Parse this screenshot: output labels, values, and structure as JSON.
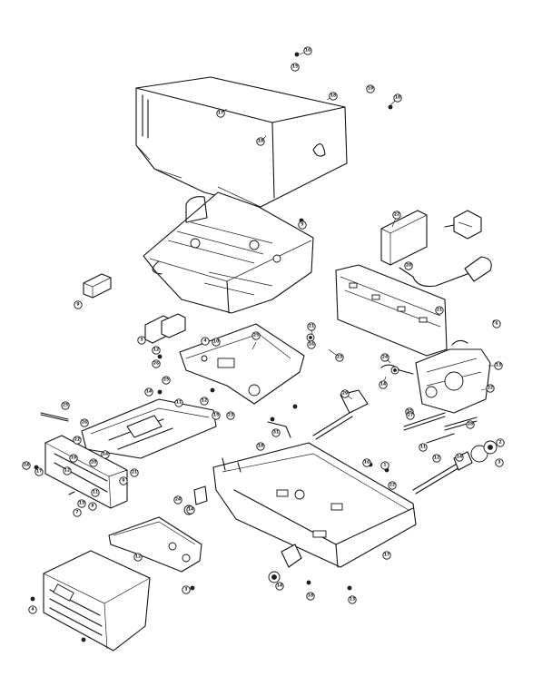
{
  "callouts": [
    {
      "label": "16"
    },
    {
      "label": "15"
    },
    {
      "label": "18"
    },
    {
      "label": "19"
    },
    {
      "label": "18"
    },
    {
      "label": "17"
    },
    {
      "label": "18"
    },
    {
      "label": "5"
    },
    {
      "label": "22"
    },
    {
      "label": "20"
    },
    {
      "label": "21"
    },
    {
      "label": "9"
    },
    {
      "label": "3"
    },
    {
      "label": "12"
    },
    {
      "label": "26"
    },
    {
      "label": "4"
    },
    {
      "label": "10"
    },
    {
      "label": "25"
    },
    {
      "label": "6"
    },
    {
      "label": "21"
    },
    {
      "label": "23"
    },
    {
      "label": "24"
    },
    {
      "label": "13"
    },
    {
      "label": "22"
    },
    {
      "label": "14"
    },
    {
      "label": "14"
    },
    {
      "label": "11"
    },
    {
      "label": "12"
    },
    {
      "label": "15"
    },
    {
      "label": "23"
    },
    {
      "label": "25"
    },
    {
      "label": "26"
    },
    {
      "label": "22"
    },
    {
      "label": "19"
    },
    {
      "label": "12"
    },
    {
      "label": "24"
    },
    {
      "label": "17"
    },
    {
      "label": "20"
    },
    {
      "label": "14"
    },
    {
      "label": "21"
    },
    {
      "label": "9"
    },
    {
      "label": "11"
    },
    {
      "label": "13"
    },
    {
      "label": "8"
    },
    {
      "label": "7"
    },
    {
      "label": "25"
    },
    {
      "label": "24"
    },
    {
      "label": "14"
    },
    {
      "label": "29"
    },
    {
      "label": "18"
    },
    {
      "label": "31"
    },
    {
      "label": "32"
    },
    {
      "label": "27"
    },
    {
      "label": "11"
    },
    {
      "label": "28"
    },
    {
      "label": "16"
    },
    {
      "label": "1"
    },
    {
      "label": "12"
    },
    {
      "label": "14"
    },
    {
      "label": "3"
    },
    {
      "label": "2"
    },
    {
      "label": "22"
    },
    {
      "label": "12"
    },
    {
      "label": "16"
    },
    {
      "label": "17"
    },
    {
      "label": "14"
    },
    {
      "label": "18"
    },
    {
      "label": "13"
    },
    {
      "label": "3"
    },
    {
      "label": "4"
    }
  ]
}
